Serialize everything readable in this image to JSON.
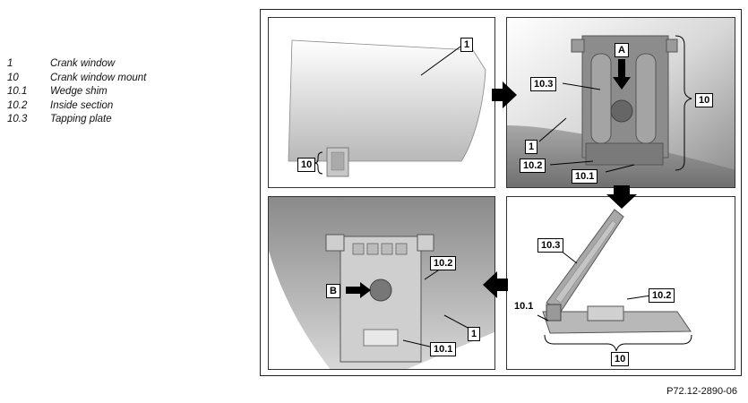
{
  "legend": [
    {
      "num": "1",
      "text": "Crank window"
    },
    {
      "num": "10",
      "text": "Crank window mount"
    },
    {
      "num": "10.1",
      "text": "Wedge shim"
    },
    {
      "num": "10.2",
      "text": "Inside section"
    },
    {
      "num": "10.3",
      "text": "Tapping plate"
    }
  ],
  "panel1": {
    "label_window": "1",
    "label_mount": "10"
  },
  "panel2": {
    "label_a": "A",
    "label_103": "10.3",
    "label_10": "10",
    "label_1": "1",
    "label_102": "10.2",
    "label_101": "10.1"
  },
  "panel3": {
    "label_103": "10.3",
    "label_102": "10.2",
    "label_101": "10.1",
    "label_10": "10"
  },
  "panel4": {
    "label_b": "B",
    "label_102": "10.2",
    "label_1": "1",
    "label_101": "10.1"
  },
  "reference": "P72.12-2890-06"
}
